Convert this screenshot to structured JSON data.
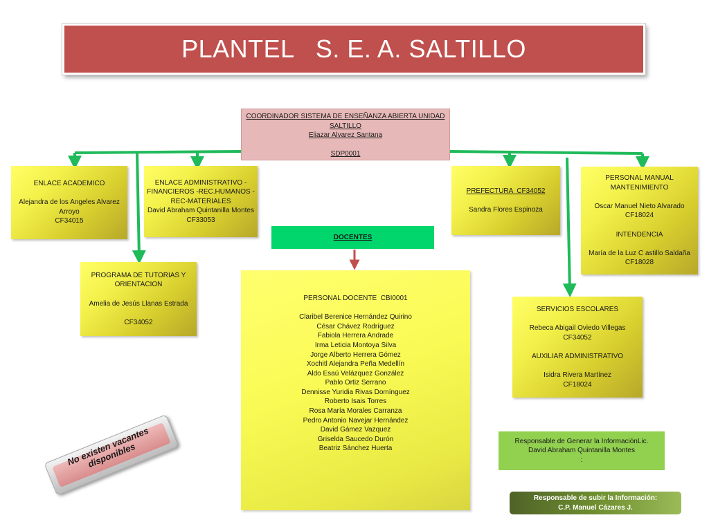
{
  "title": "PLANTEL   S. E. A. SALTILLO",
  "coordinador": {
    "lines": [
      "COORDINADOR SISTEMA DE ENSEÑANZA ABIERTA UNIDAD",
      "SALTILLO",
      "Eliazar Alvarez Santana",
      "",
      "SDP0001"
    ]
  },
  "enlace_academico": {
    "lines": [
      "ENLACE ACADEMICO",
      "",
      "Alejandra de los Angeles Alvarez",
      "Arroyo",
      "CF34015"
    ]
  },
  "enlace_administrativo": {
    "lines": [
      "ENLACE ADMINISTRATIVO -",
      "FINANCIEROS -REC.HUMANOS -",
      "REC-MATERIALES",
      "David Abraham Quintanilla Montes",
      "CF33053"
    ]
  },
  "programa_tutorias": {
    "lines": [
      "PROGRAMA DE TUTORIAS Y",
      "ORIENTACION",
      "",
      "Amelia de Jesús Llanas Estrada",
      "",
      "CF34052"
    ]
  },
  "docentes_header": "DOCENTES",
  "personal_docente": {
    "lines": [
      "PERSONAL DOCENTE  CBI0001",
      "",
      "Claribel Berenice Hernández Quirino",
      "César Chávez Rodríguez",
      "Fabiola Herrera Andrade",
      "Irma Leticia Montoya Silva",
      "Jorge Alberto Herrera Gómez",
      "Xochitl Alejandra Peña Medellín",
      "Aldo Esaú Velázquez González",
      "Pablo Ortiz Serrano",
      "Dennisse Yuridia Rivas Domínguez",
      "Roberto Isais Torres",
      "Rosa María Morales Carranza",
      "Pedro Antonio Navejar Hernández",
      "David Gámez Vazquez",
      "Griselda Saucedo Durón",
      "Beatriz Sánchez Huerta"
    ]
  },
  "prefectura": {
    "lines": [
      "PREFECTURA  CF34052",
      "",
      "Sandra Flores Espinoza"
    ]
  },
  "personal_manual": {
    "lines": [
      "PERSONAL MANUAL",
      "MANTENIMIENTO",
      "",
      "Oscar Manuel Nieto Alvarado",
      "CF18024",
      "",
      "INTENDENCIA",
      "",
      "María de la Luz C astillo Saldaña",
      "CF18028"
    ]
  },
  "servicios_escolares": {
    "lines": [
      "SERVICIOS ESCOLARES",
      "",
      "Rebeca Abigail Oviedo Villegas",
      "CF34052",
      "",
      "AUXILIAR ADMINISTRATIVO",
      "",
      "Isidra Rivera Martínez",
      "CF18024"
    ]
  },
  "responsable_generar": {
    "lines": [
      "Responsable de Generar la InformaciónLic.",
      "David Abraham Quintanilla Montes",
      ":"
    ]
  },
  "responsable_subir": {
    "lines": [
      "Responsable de subir la Información:",
      "C.P. Manuel Cázares J."
    ]
  },
  "vacantes": {
    "lines": [
      "No existen vacantes",
      "disponibles"
    ]
  },
  "colors": {
    "title_bg": "#c0504d",
    "connector": "#1fba5a",
    "docentes_arrow": "#c0504d",
    "coordinador_bg": "#e6b9b8",
    "docentes_bg": "#00d66b",
    "resp_generar_bg": "#92d050"
  }
}
